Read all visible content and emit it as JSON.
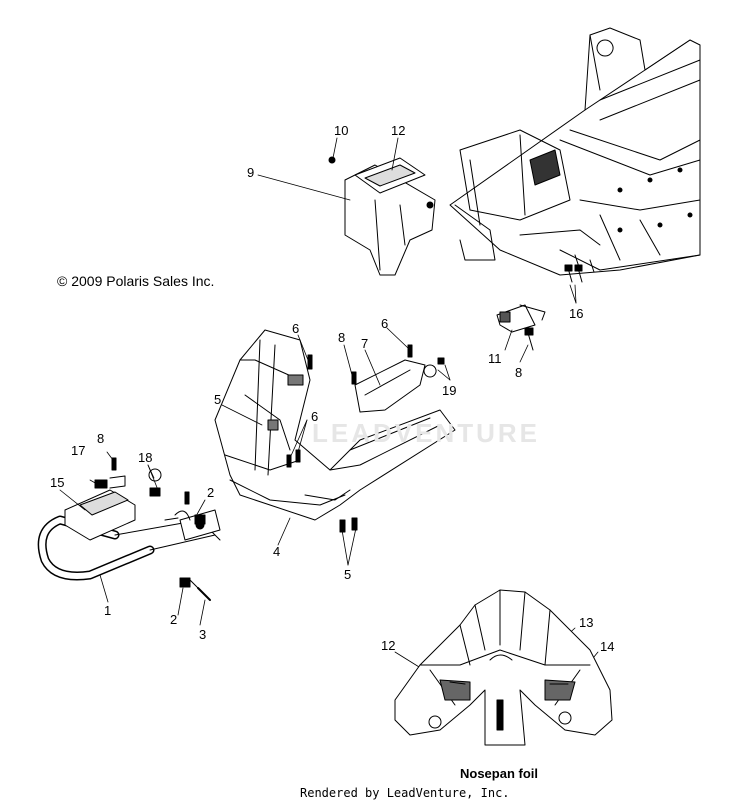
{
  "copyright": "© 2009 Polaris Sales Inc.",
  "caption": "Nosepan foil",
  "footer": "Rendered by LeadVenture, Inc.",
  "watermark": "LEADVENTURE",
  "callouts": [
    {
      "id": "c10",
      "label": "10"
    },
    {
      "id": "c12a",
      "label": "12"
    },
    {
      "id": "c9",
      "label": "9"
    },
    {
      "id": "c16",
      "label": "16"
    },
    {
      "id": "c11",
      "label": "11"
    },
    {
      "id": "c8a",
      "label": "8"
    },
    {
      "id": "c6a",
      "label": "6"
    },
    {
      "id": "c8b",
      "label": "8"
    },
    {
      "id": "c6b",
      "label": "6"
    },
    {
      "id": "c7",
      "label": "7"
    },
    {
      "id": "c19",
      "label": "19"
    },
    {
      "id": "c5a",
      "label": "5"
    },
    {
      "id": "c6c",
      "label": "6"
    },
    {
      "id": "c18",
      "label": "18"
    },
    {
      "id": "c8c",
      "label": "8"
    },
    {
      "id": "c17",
      "label": "17"
    },
    {
      "id": "c15",
      "label": "15"
    },
    {
      "id": "c2a",
      "label": "2"
    },
    {
      "id": "c4",
      "label": "4"
    },
    {
      "id": "c5b",
      "label": "5"
    },
    {
      "id": "c1",
      "label": "1"
    },
    {
      "id": "c2b",
      "label": "2"
    },
    {
      "id": "c3",
      "label": "3"
    },
    {
      "id": "c12b",
      "label": "12"
    },
    {
      "id": "c13",
      "label": "13"
    },
    {
      "id": "c14",
      "label": "14"
    }
  ]
}
